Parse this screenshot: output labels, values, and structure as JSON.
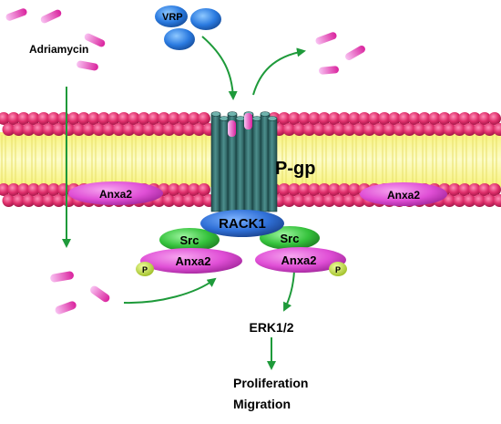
{
  "labels": {
    "adriamycin": "Adriamycin",
    "vrp": "VRP",
    "pgp": "P-gp",
    "rack1": "RACK1",
    "src_left": "Src",
    "src_right": "Src",
    "anxa2_membrane_left": "Anxa2",
    "anxa2_membrane_right": "Anxa2",
    "anxa2_complex_left": "Anxa2",
    "anxa2_complex_right": "Anxa2",
    "phospho_left": "P",
    "phospho_right": "P",
    "erk": "ERK1/2",
    "outcome_1": "Proliferation",
    "outcome_2": "Migration"
  },
  "colors": {
    "lipid_head": "#e0306c",
    "lipid_tail": "#fbf9a0",
    "pgp_barrel": "#2f6a6a",
    "rack1": "#2f6fd6",
    "src": "#35c23c",
    "anxa2": "#e04fd6",
    "phospho": "#c8e83c",
    "arrow": "#1e9a3a",
    "drug": "#e14ed3",
    "vrp": "#2a7ae0"
  }
}
